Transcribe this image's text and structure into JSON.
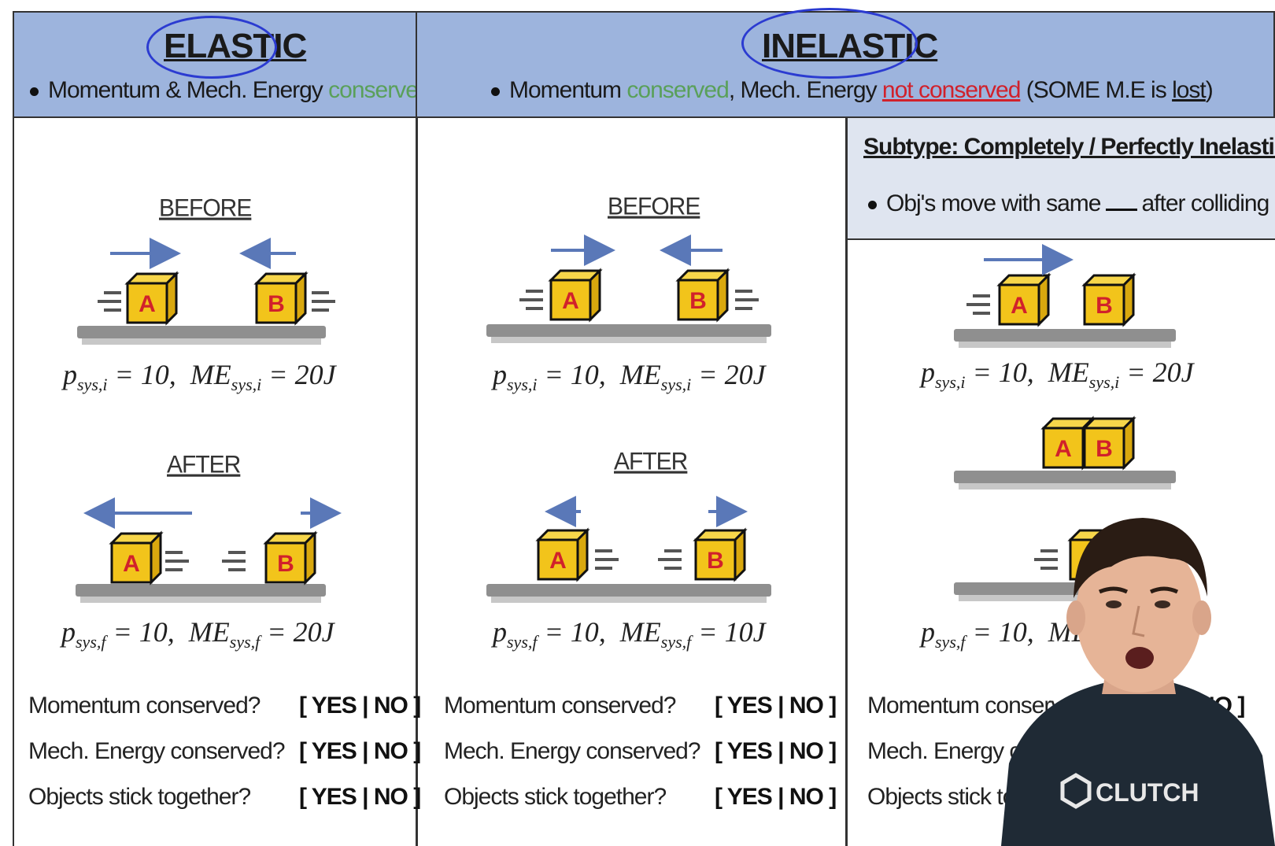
{
  "elastic": {
    "title": "ELASTIC",
    "bullet_prefix": "Momentum & Mech. Energy",
    "bullet_conserved": "conserved",
    "before_label": "BEFORE",
    "after_label": "AFTER",
    "block_a": "A",
    "block_b": "B",
    "eq_before": {
      "p_text": "p",
      "p_sub": "sys,i",
      "p_val": " = 10,",
      "me_text": "ME",
      "me_sub": "sys,i",
      "me_val": " = 20J"
    },
    "eq_after": {
      "p_text": "p",
      "p_sub": "sys,f",
      "p_val": " = 10,",
      "me_text": "ME",
      "me_sub": "sys,f",
      "me_val": " = 20J"
    },
    "questions": [
      "Momentum conserved?",
      "Mech. Energy conserved?",
      "Objects stick together?"
    ],
    "answer": "[ YES | NO ]"
  },
  "inelastic": {
    "title": "INELASTIC",
    "bullet_momentum": "Momentum",
    "bullet_conserved": "conserved",
    "bullet_mid": ", Mech. Energy",
    "bullet_not": "not conserved",
    "bullet_paren_a": "(SOME M.E is",
    "bullet_lost": "lost",
    "bullet_paren_b": ")",
    "before_label": "BEFORE",
    "after_label": "AFTER",
    "block_a": "A",
    "block_b": "B",
    "eq_before": {
      "p_text": "p",
      "p_sub": "sys,i",
      "p_val": " = 10,",
      "me_text": "ME",
      "me_sub": "sys,i",
      "me_val": " = 20J"
    },
    "eq_after": {
      "p_text": "p",
      "p_sub": "sys,f",
      "p_val": " = 10,",
      "me_text": "ME",
      "me_sub": "sys,f",
      "me_val": " = 10J"
    },
    "questions": [
      "Momentum conserved?",
      "Mech. Energy conserved?",
      "Objects stick together?"
    ],
    "answer": "[ YES | NO ]"
  },
  "perfect": {
    "subtype_title": "Subtype: Completely / Perfectly Inelastic",
    "bullet_a": "Obj's move with same",
    "bullet_b": "after colliding",
    "block_a": "A",
    "block_b": "B",
    "eq_before": {
      "p_text": "p",
      "p_sub": "sys,i",
      "p_val": " = 10,",
      "me_text": "ME",
      "me_sub": "sys,i",
      "me_val": " = 20J"
    },
    "eq_after": {
      "p_text": "p",
      "p_sub": "sys,f",
      "p_val": " = 10,",
      "me_text": "ME",
      "me_sub": "",
      "me_val": ""
    },
    "questions": [
      "Momentum conserved?",
      "Mech. Energy co",
      "Objects stick to"
    ],
    "answer_visible": "NO ]",
    "brand": "CLUTCH"
  },
  "colors": {
    "header_bg": "#9db4dd",
    "block_fill": "#f2c41b",
    "block_letter": "#d1212b",
    "arrow": "#5a78b8",
    "ground": "#8f8f8f",
    "circle": "#2b3bd1"
  }
}
